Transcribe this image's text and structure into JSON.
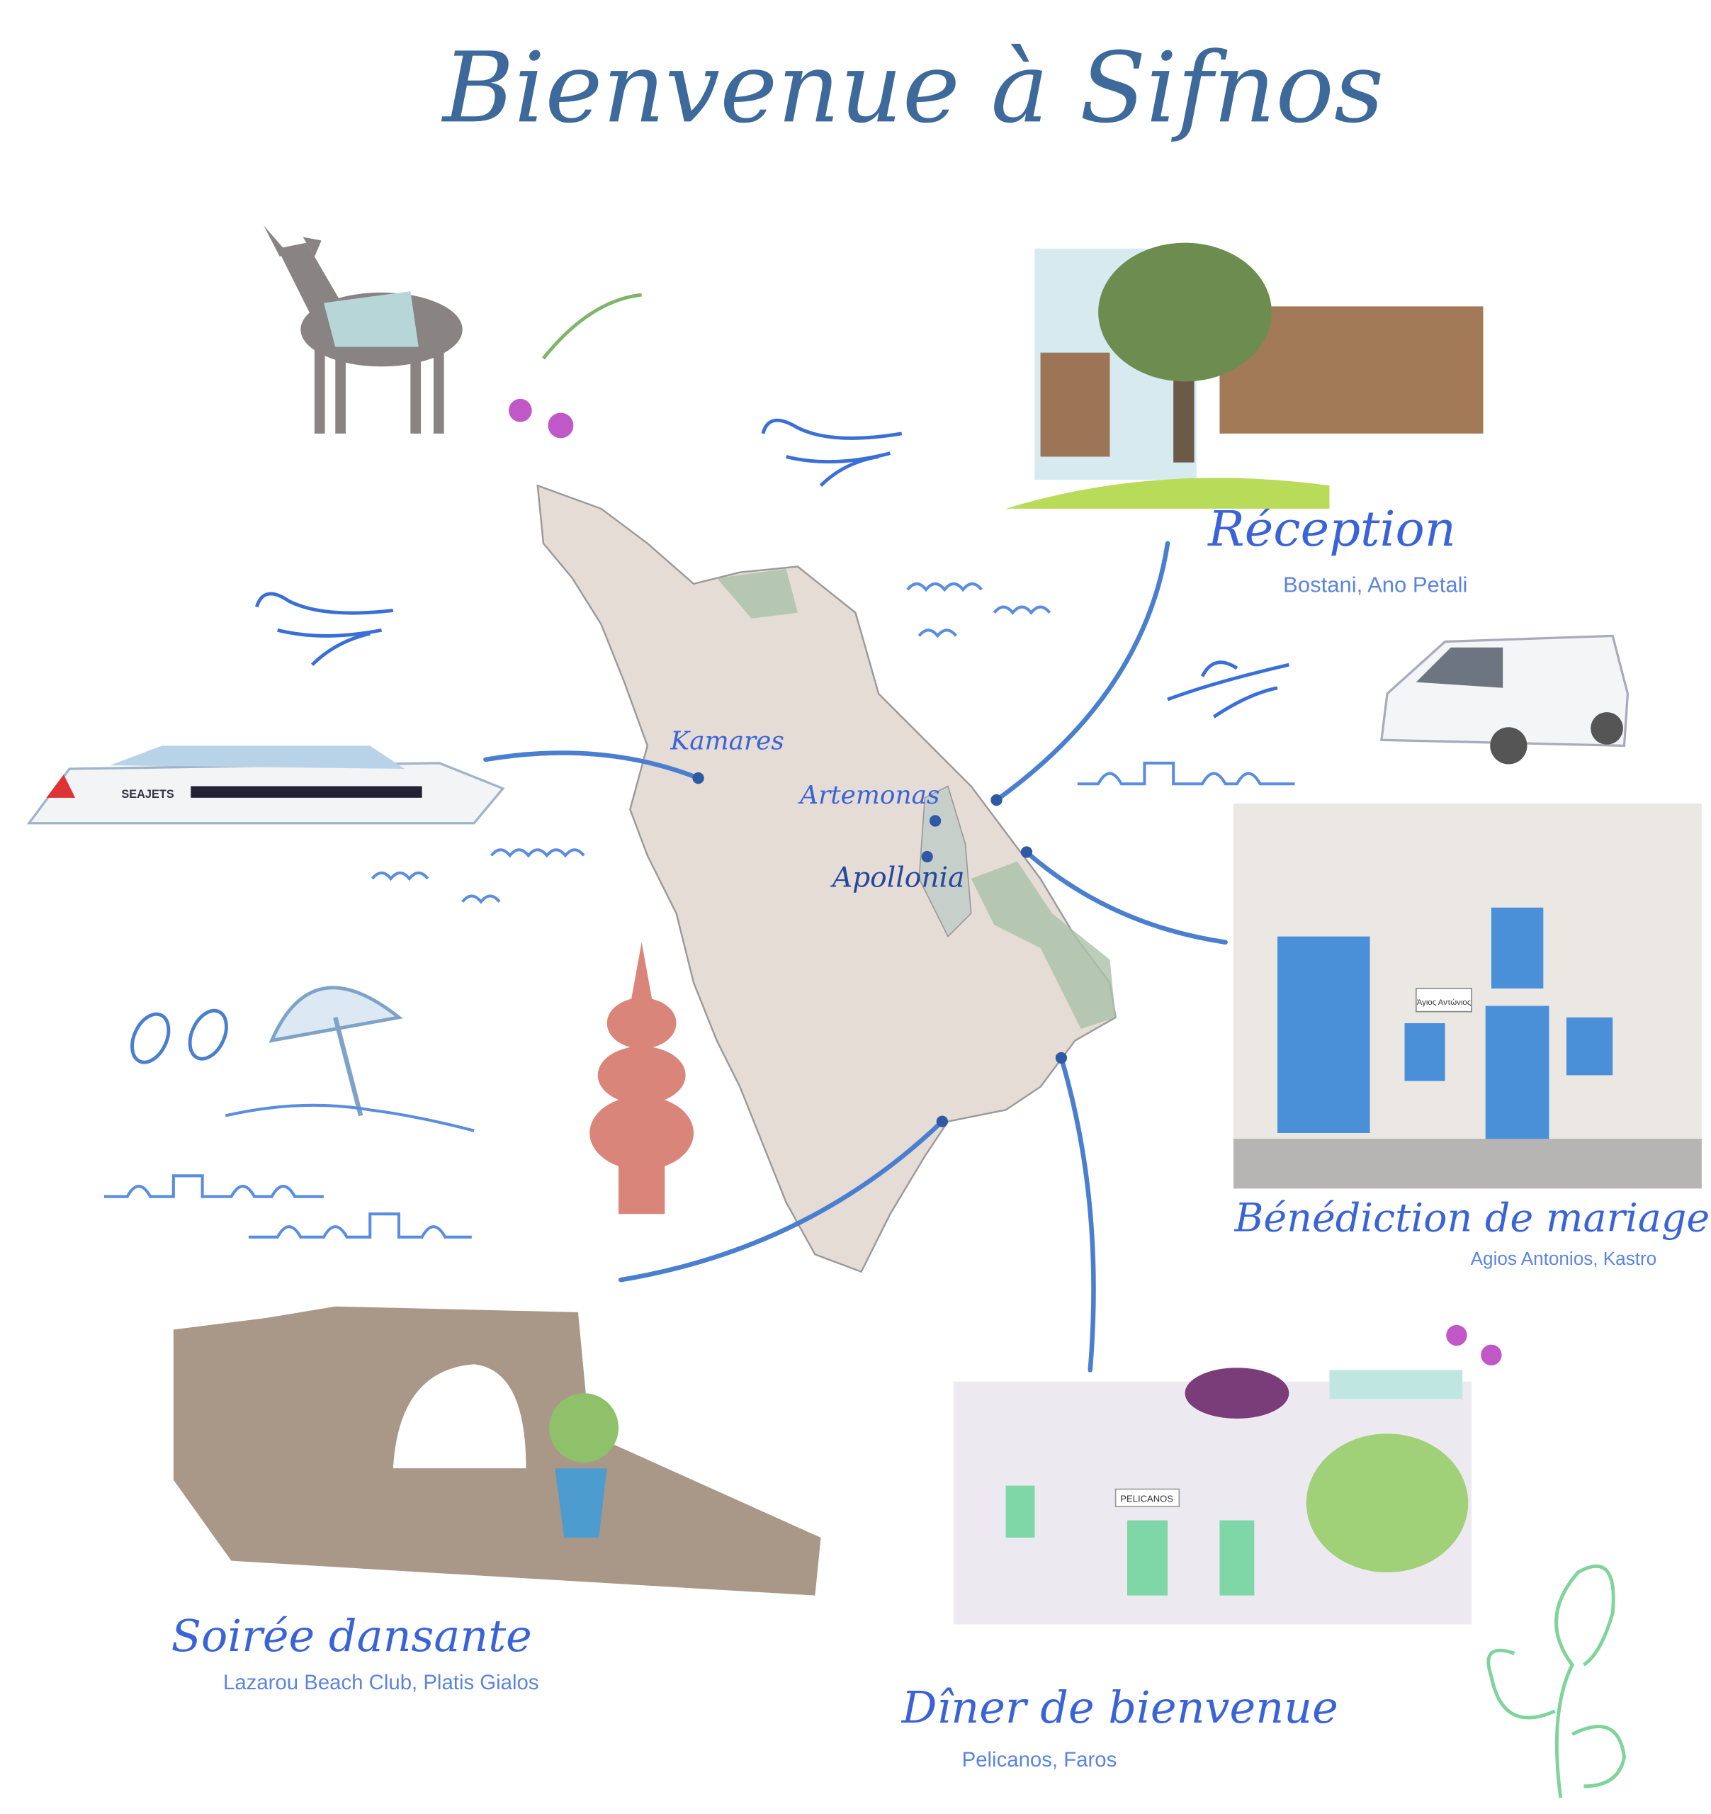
{
  "title": "Bienvenue à Sifnos",
  "colors": {
    "ink": "#3a63d8",
    "title": "#3d6a9a",
    "island": "#e6dcd6",
    "green": "#a9c2a7",
    "route": "#4a7fd0",
    "dot": "#2f5aa3"
  },
  "towns": [
    {
      "name": "Kamares"
    },
    {
      "name": "Artemonas"
    },
    {
      "name": "Apollonia"
    }
  ],
  "venues": [
    {
      "title": "Réception",
      "place": "Bostani, Ano Petali"
    },
    {
      "title": "Bénédiction de mariage",
      "place": "Agios Antonios, Kastro"
    },
    {
      "title": "Dîner de bienvenue",
      "place": "Pelicanos, Faros"
    },
    {
      "title": "Soirée dansante",
      "place": "Lazarou Beach Club, Platis Gialos"
    }
  ],
  "illustrations": {
    "ship_name": "SEAJETS",
    "restaurant_sign": "PELICANOS",
    "chapel_sign": "Άγιος Αντώνιος"
  }
}
